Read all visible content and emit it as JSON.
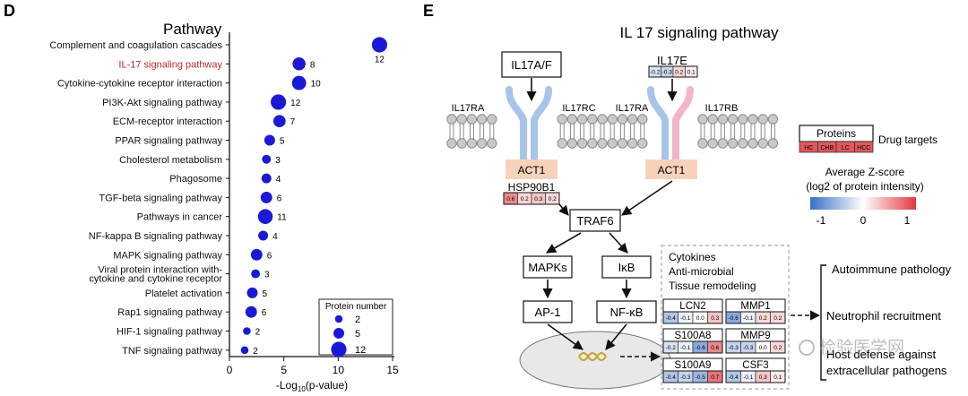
{
  "panel_d": {
    "letter": "D",
    "heading": "Pathway",
    "highlight_color": "#c0272d",
    "dot_color": "#1a1ad6",
    "legend": {
      "title": "Protein number",
      "entries": [
        {
          "label": "2",
          "value": 2
        },
        {
          "label": "5",
          "value": 5
        },
        {
          "label": "12",
          "value": 12
        }
      ]
    }
  },
  "chart_data": {
    "type": "scatter",
    "title": "",
    "xlabel": "-Log10(p-value)",
    "xlabel_parts": {
      "pre": "-Log",
      "sub": "10",
      "post": "(p-value)"
    },
    "ylabel": "",
    "xlim": [
      0,
      15
    ],
    "xticks": [
      0,
      5,
      10,
      15
    ],
    "grid": false,
    "legend_position": "bottom-right",
    "size_encoding": "Protein number",
    "points": [
      {
        "pathway": "Complement and coagulation cascades",
        "x": 13.8,
        "count": 12,
        "highlight": false
      },
      {
        "pathway": "IL-17 signaling pathway",
        "x": 6.4,
        "count": 8,
        "highlight": true
      },
      {
        "pathway": "Cytokine-cytokine receptor interaction",
        "x": 6.4,
        "count": 10,
        "highlight": false
      },
      {
        "pathway": "PI3K-Akt signaling pathway",
        "x": 4.5,
        "count": 12,
        "highlight": false
      },
      {
        "pathway": "ECM-receptor interaction",
        "x": 4.6,
        "count": 7,
        "highlight": false
      },
      {
        "pathway": "PPAR signaling pathway",
        "x": 3.7,
        "count": 5,
        "highlight": false
      },
      {
        "pathway": "Cholesterol metabolism",
        "x": 3.4,
        "count": 3,
        "highlight": false
      },
      {
        "pathway": "Phagosome",
        "x": 3.4,
        "count": 4,
        "highlight": false
      },
      {
        "pathway": "TGF-beta signaling pathway",
        "x": 3.4,
        "count": 6,
        "highlight": false
      },
      {
        "pathway": "Pathways in cancer",
        "x": 3.3,
        "count": 11,
        "highlight": false
      },
      {
        "pathway": "NF-kappa B signaling pathway",
        "x": 3.1,
        "count": 4,
        "highlight": false
      },
      {
        "pathway": "MAPK signaling pathway",
        "x": 2.5,
        "count": 6,
        "highlight": false
      },
      {
        "pathway": "Viral protein interaction with-\ncytokine and cytokine receptor",
        "x": 2.4,
        "count": 3,
        "highlight": false
      },
      {
        "pathway": "Platelet activation",
        "x": 2.1,
        "count": 5,
        "highlight": false
      },
      {
        "pathway": "Rap1 signaling pathway",
        "x": 2.0,
        "count": 6,
        "highlight": false
      },
      {
        "pathway": "HIF-1 signaling pathway",
        "x": 1.6,
        "count": 2,
        "highlight": false
      },
      {
        "pathway": "TNF signaling pathway",
        "x": 1.4,
        "count": 2,
        "highlight": false
      }
    ]
  },
  "panel_e": {
    "letter": "E",
    "title": "IL 17 signaling pathway",
    "ligands": {
      "left": "IL17A/F",
      "right": "IL17E"
    },
    "receptors": [
      "IL17RA",
      "IL17RC",
      "IL17RA",
      "IL17RB"
    ],
    "act1": "ACT1",
    "hsp": "HSP90B1",
    "traf6": "TRAF6",
    "mapks": "MAPKs",
    "ikb": "IκB",
    "ap1": "AP-1",
    "nfkb": "NF-κB",
    "il17e_values": [
      "-0.2",
      "-0.3",
      "0.2",
      "0.1"
    ],
    "hsp_values": [
      "0.6",
      "0.2",
      "0.3",
      "0.2"
    ],
    "proteins_legend": {
      "title": "Proteins",
      "cells": [
        "HC",
        "CHB",
        "LC",
        "HCC"
      ],
      "caption": "Drug targets"
    },
    "zscore_legend": {
      "title": "Average Z-score",
      "subtitle": "(log2 of protein intensity)",
      "ticks": [
        "-1",
        "0",
        "1"
      ],
      "color_low": "#3a6fc4",
      "color_mid": "#ffffff",
      "color_high": "#e0393e"
    },
    "category_lines": [
      "Cytokines",
      "Anti-microbial",
      "Tissue remodeling"
    ],
    "genes": [
      {
        "name": "LCN2",
        "values": [
          "-0.4",
          "-0.1",
          "0.0",
          "0.3"
        ]
      },
      {
        "name": "MMP1",
        "values": [
          "-0.6",
          "-0.1",
          "0.2",
          "0.2"
        ]
      },
      {
        "name": "S100A8",
        "values": [
          "-0.2",
          "-0.1",
          "-0.6",
          "0.6"
        ]
      },
      {
        "name": "MMP9",
        "values": [
          "-0.3",
          "-0.3",
          "0.0",
          "0.2"
        ]
      },
      {
        "name": "S100A9",
        "values": [
          "-0.4",
          "-0.3",
          "-0.5",
          "0.7"
        ]
      },
      {
        "name": "CSF3",
        "values": [
          "-0.4",
          "-0.1",
          "0.3",
          "0.1"
        ]
      }
    ],
    "outcomes": [
      "Autoimmune pathology",
      "Neutrophil recruitment",
      "Host defense against",
      "extracellular pathogens"
    ],
    "watermark": "检验医学网"
  }
}
